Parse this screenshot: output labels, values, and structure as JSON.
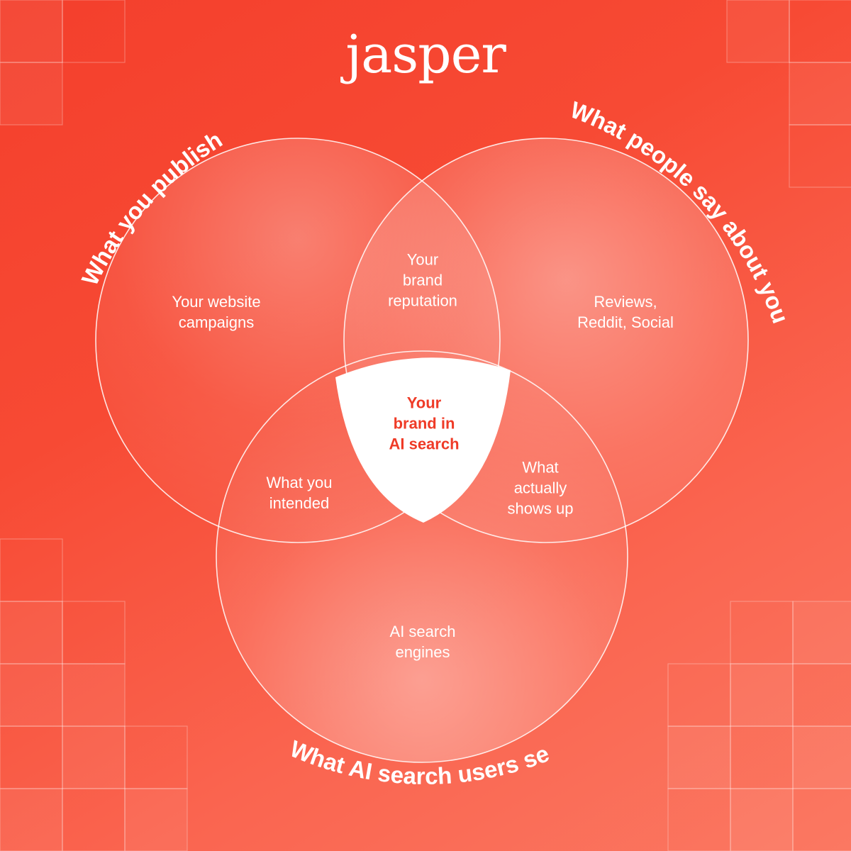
{
  "brand": {
    "logo_text": "jasper"
  },
  "circles": {
    "left": {
      "title": "What you  publish",
      "content": [
        "Your website",
        "campaigns"
      ]
    },
    "right": {
      "title": "What people say about you",
      "content": [
        "Reviews,",
        "Reddit, Social"
      ]
    },
    "bottom": {
      "title": "What AI search users see",
      "content": [
        "AI search",
        "engines"
      ]
    }
  },
  "overlaps": {
    "left_right": [
      "Your",
      "brand",
      "reputation"
    ],
    "left_bottom": [
      "What you",
      "intended"
    ],
    "right_bottom": [
      "What",
      "actually",
      "shows up"
    ],
    "center": [
      "Your",
      "brand in",
      "AI search"
    ]
  },
  "colors": {
    "background_start": "#f43f2c",
    "background_end": "#fb7862",
    "center_fill": "#ffffff",
    "center_text": "#ef3b27",
    "line": "#ffffff"
  }
}
